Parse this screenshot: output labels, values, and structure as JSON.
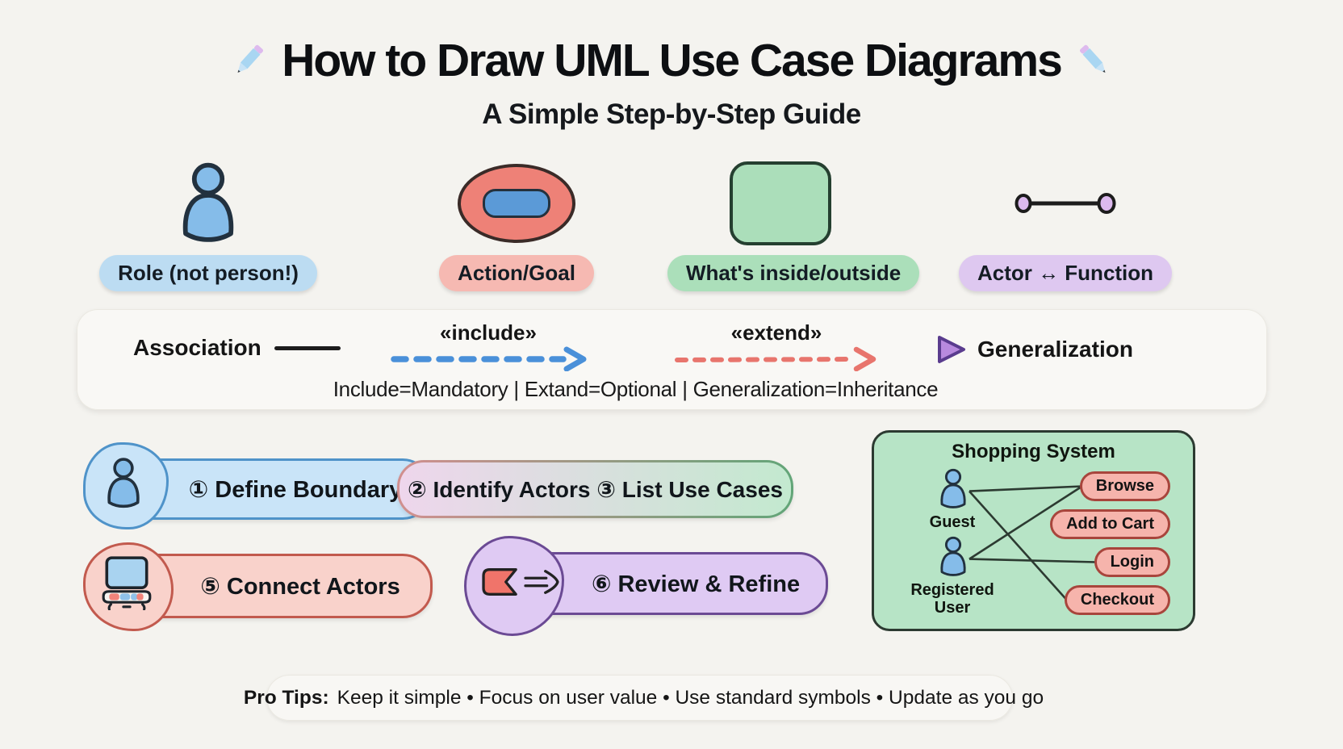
{
  "title": "How to Draw UML Use Case Diagrams",
  "subtitle": "A Simple Step-by-Step Guide",
  "concepts": [
    {
      "icon": "actor-person-icon",
      "label": "Role (not person!)"
    },
    {
      "icon": "use-case-oval-icon",
      "label": "Action/Goal"
    },
    {
      "icon": "system-boundary-icon",
      "label": "What's inside/outside"
    },
    {
      "icon": "association-connector-icon",
      "label": "Actor ↔ Function"
    }
  ],
  "relationships": {
    "association": "Association",
    "include": "«include»",
    "extend": "«extend»",
    "generalization": "Generalization",
    "note": "Include=Mandatory | Extand=Optional | Generalization=Inheritance"
  },
  "steps": [
    {
      "icon": "person-icon",
      "label": "① Define Boundary"
    },
    {
      "icon": "",
      "label": "② Identify Actors ③ List Use Cases"
    },
    {
      "icon": "computer-icon",
      "label": "⑤ Connect Actors"
    },
    {
      "icon": "bookmark-and-arrow-icon",
      "label": "⑥ Review & Refine"
    }
  ],
  "example": {
    "title": "Shopping System",
    "actors": [
      {
        "id": "guest",
        "label": "Guest"
      },
      {
        "id": "registered",
        "label": "Registered User"
      }
    ],
    "use_cases": [
      {
        "id": "browse",
        "label": "Browse"
      },
      {
        "id": "addtocart",
        "label": "Add to Cart"
      },
      {
        "id": "login",
        "label": "Login"
      },
      {
        "id": "checkout",
        "label": "Checkout"
      }
    ],
    "connections": [
      [
        "guest",
        "browse"
      ],
      [
        "guest",
        "checkout"
      ],
      [
        "registered",
        "browse"
      ],
      [
        "registered",
        "login"
      ]
    ]
  },
  "pro_tips": {
    "prefix": "Pro Tips:",
    "text": "Keep it simple • Focus on user value • Use standard symbols • Update as you go"
  },
  "colors": {
    "actor_blue": "#85bce9",
    "use_case_red": "#ee8177",
    "system_green": "#abdeba",
    "association_purple": "#dcb9ee",
    "include_arrow_blue": "#4a90d9",
    "extend_arrow_red": "#e8756d",
    "generalization_purple": "#b88ade",
    "connection_line": "#2c3a31"
  }
}
